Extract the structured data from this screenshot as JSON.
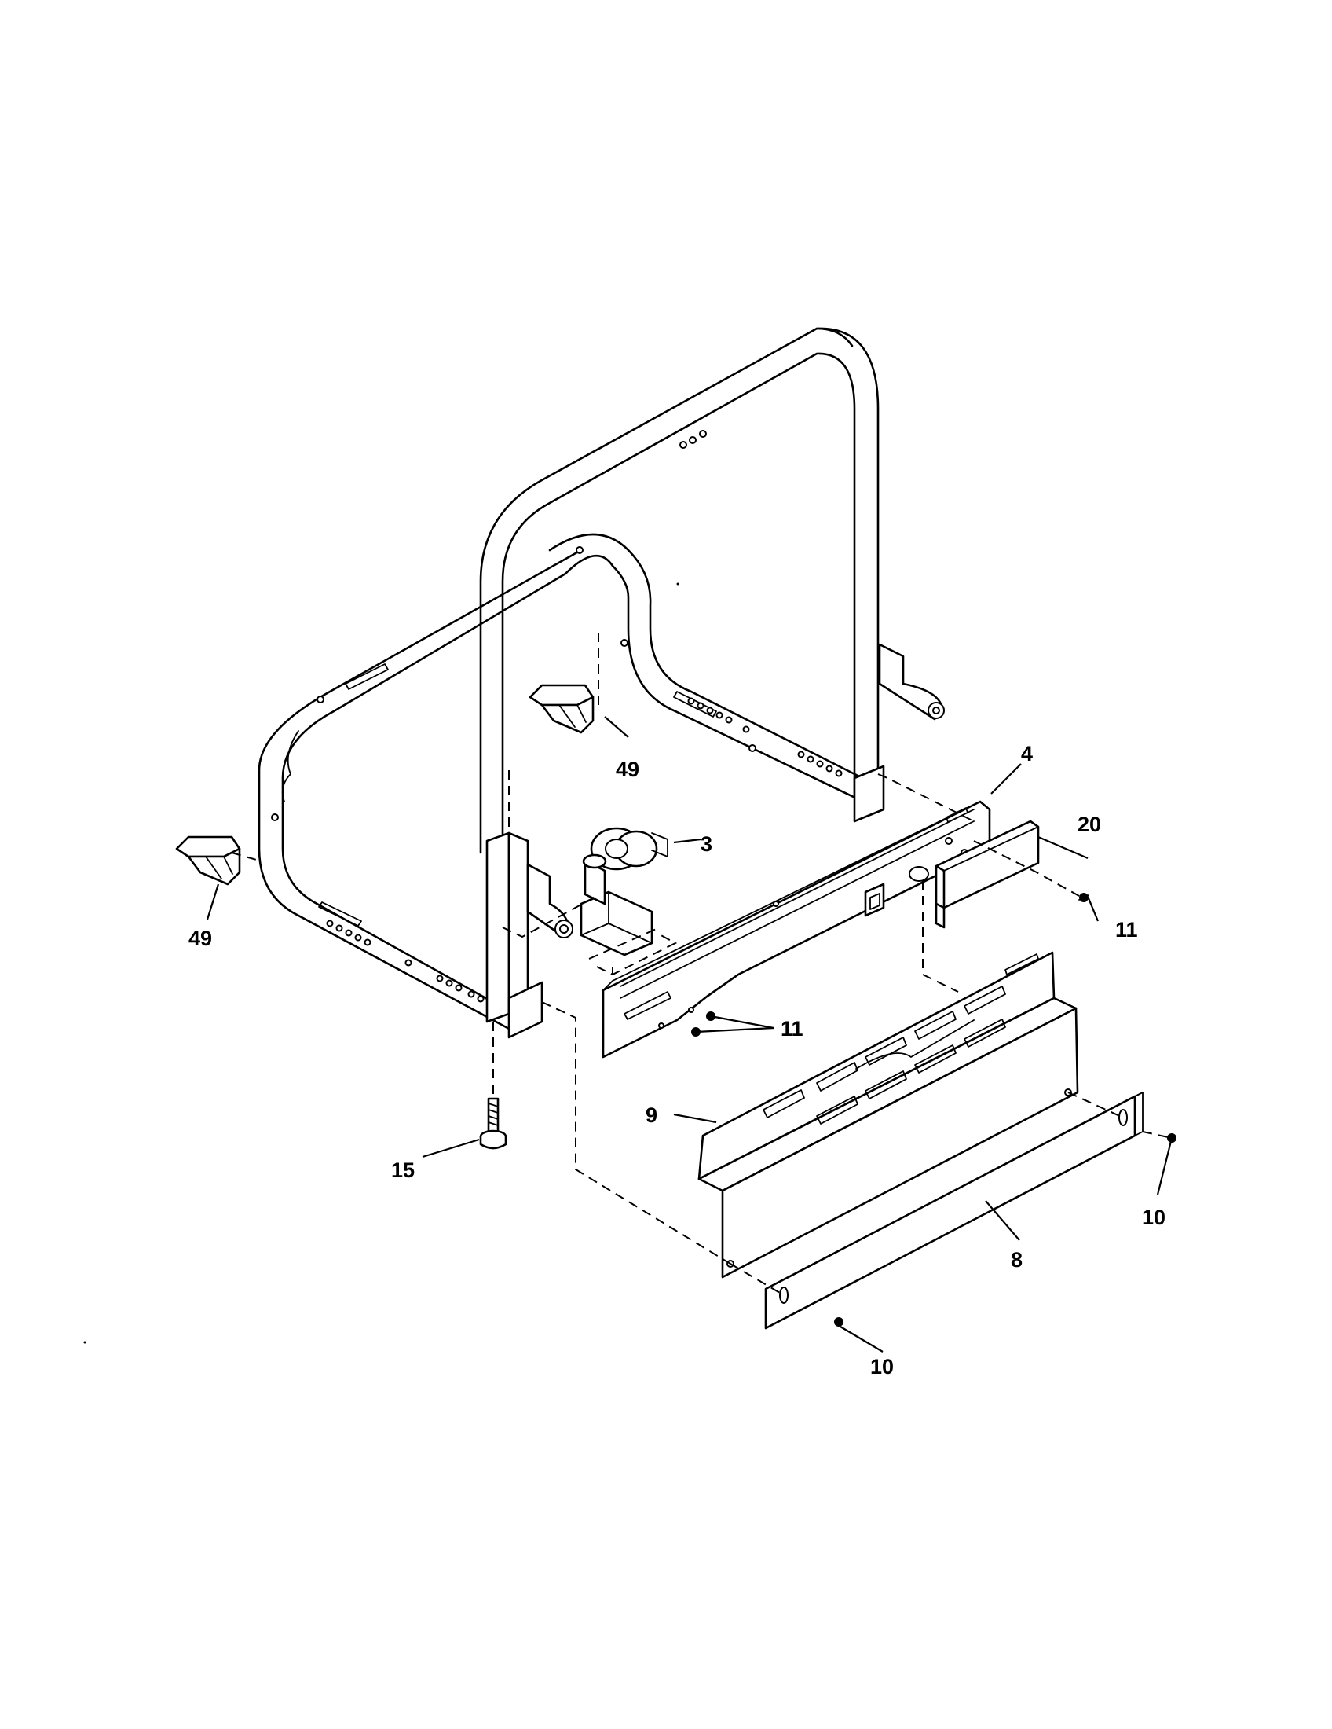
{
  "callouts": {
    "c3": "3",
    "c4": "4",
    "c8": "8",
    "c9": "9",
    "c10a": "10",
    "c10b": "10",
    "c11a": "11",
    "c11b": "11",
    "c15": "15",
    "c20": "20",
    "c49a": "49",
    "c49b": "49"
  }
}
